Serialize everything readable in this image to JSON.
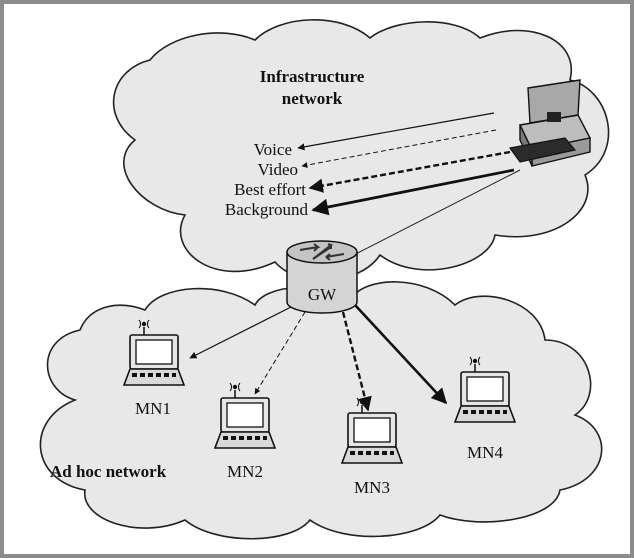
{
  "infrastructure": {
    "title_line1": "Infrastructure",
    "title_line2": "network"
  },
  "traffic_classes": [
    "Voice",
    "Video",
    "Best effort",
    "Background"
  ],
  "gateway": {
    "label": "GW"
  },
  "adhoc": {
    "title": "Ad hoc network",
    "nodes": [
      "MN1",
      "MN2",
      "MN3",
      "MN4"
    ]
  },
  "colors": {
    "border": "#8c8c8c",
    "cloud_fill": "#e8e8e8",
    "cloud_stroke": "#222222",
    "router_fill": "#d4d4d4",
    "laptop_fill": "#e6e6e6"
  }
}
